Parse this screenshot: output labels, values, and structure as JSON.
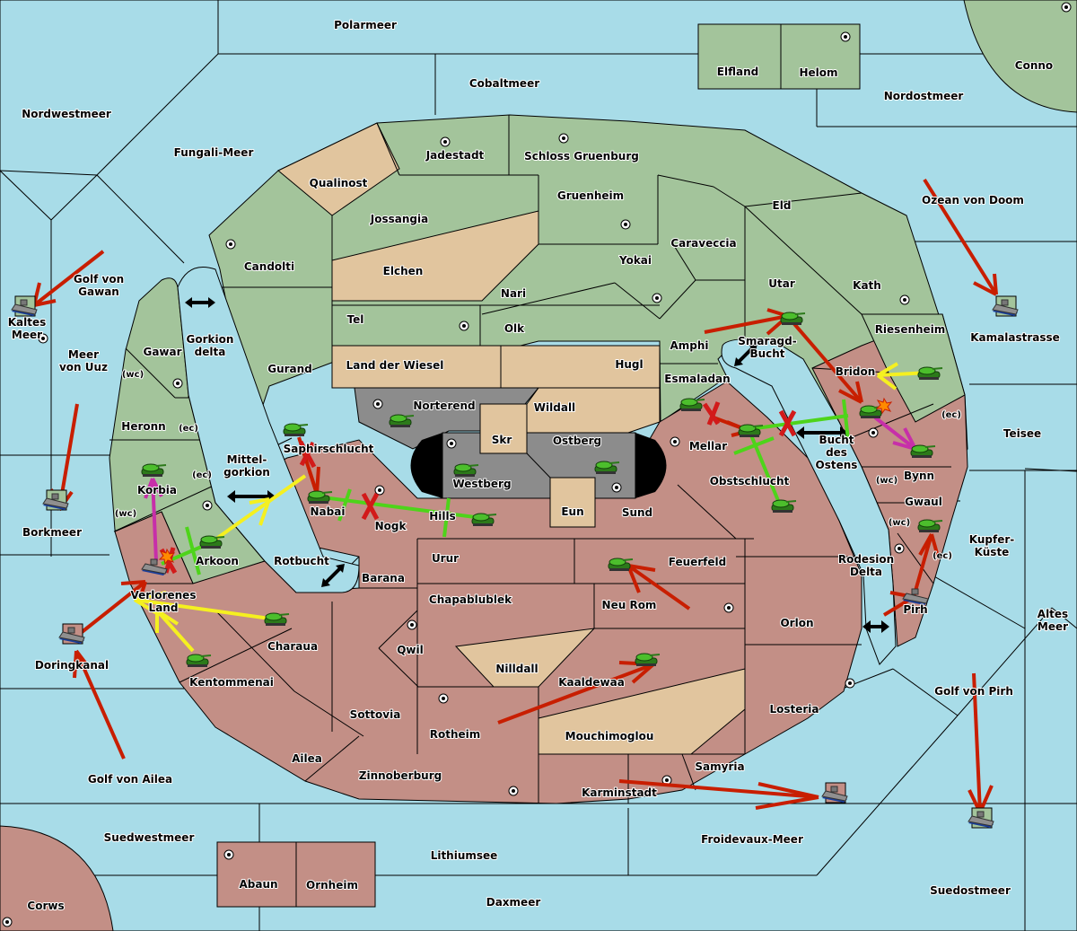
{
  "map": {
    "title": "Diplomacy variant map",
    "colors": {
      "sea": "#a8dce8",
      "neutral_green": "#a3c49b",
      "power_red": "#c38f86",
      "neutral_tan": "#e1c59e",
      "gray_power": "#8c8c8c",
      "move_order": "#c81e00",
      "support_order": "#f5f020",
      "convoy_order": "#c72fa9",
      "hold_order": "#4ed41a",
      "failed_mark": "#d21a1a"
    },
    "seas": [
      {
        "id": "polarmeer",
        "label": "Polarmeer"
      },
      {
        "id": "cobaltmeer",
        "label": "Cobaltmeer"
      },
      {
        "id": "nordwestmeer",
        "label": "Nordwestmeer"
      },
      {
        "id": "fungali",
        "label": "Fungali-Meer"
      },
      {
        "id": "nordostmeer",
        "label": "Nordostmeer"
      },
      {
        "id": "ozean-von-doom",
        "label": "Ozean von Doom"
      },
      {
        "id": "golf-von-gawan",
        "label": "Golf von Gawan"
      },
      {
        "id": "kaltes-meer",
        "label": "Kaltes Meer"
      },
      {
        "id": "meer-von-uuz",
        "label": "Meer von Uuz"
      },
      {
        "id": "gorkion-delta",
        "label": "Gorkion delta"
      },
      {
        "id": "mittelgorkion",
        "label": "Mittel- gorkion"
      },
      {
        "id": "rotbucht",
        "label": "Rotbucht"
      },
      {
        "id": "borkmeer",
        "label": "Borkmeer"
      },
      {
        "id": "doringkanal",
        "label": "Doringkanal"
      },
      {
        "id": "golf-von-ailea",
        "label": "Golf von Ailea"
      },
      {
        "id": "suedwestmeer",
        "label": "Suedwestmeer"
      },
      {
        "id": "lithiumsee",
        "label": "Lithiumsee"
      },
      {
        "id": "daxmeer",
        "label": "Daxmeer"
      },
      {
        "id": "froidevaux",
        "label": "Froidevaux-Meer"
      },
      {
        "id": "suedostmeer",
        "label": "Suedostmeer"
      },
      {
        "id": "golf-von-pirh",
        "label": "Golf von Pirh"
      },
      {
        "id": "altes-meer",
        "label": "Altes Meer"
      },
      {
        "id": "kupferkueste",
        "label": "Kupfer- Küste"
      },
      {
        "id": "teisee",
        "label": "Teisee"
      },
      {
        "id": "kamalastrasse",
        "label": "Kamalastrasse"
      },
      {
        "id": "rodesion-delta",
        "label": "Rodesion Delta"
      },
      {
        "id": "bucht-des-ostens",
        "label": "Bucht des Ostens"
      },
      {
        "id": "smaragd-bucht",
        "label": "Smaragd- Bucht"
      }
    ],
    "lands": [
      {
        "id": "elfland",
        "label": "Elfland"
      },
      {
        "id": "helom",
        "label": "Helom"
      },
      {
        "id": "conno",
        "label": "Conno"
      },
      {
        "id": "qualinost",
        "label": "Qualinost"
      },
      {
        "id": "jadestadt",
        "label": "Jadestadt"
      },
      {
        "id": "schloss-gruenburg",
        "label": "Schloss Gruenburg"
      },
      {
        "id": "jossangia",
        "label": "Jossangia"
      },
      {
        "id": "gruenheim",
        "label": "Gruenheim"
      },
      {
        "id": "eld",
        "label": "Eld"
      },
      {
        "id": "candolti",
        "label": "Candolti"
      },
      {
        "id": "elchen",
        "label": "Elchen"
      },
      {
        "id": "caraveccia",
        "label": "Caraveccia"
      },
      {
        "id": "yokai",
        "label": "Yokai"
      },
      {
        "id": "nari",
        "label": "Nari"
      },
      {
        "id": "utar",
        "label": "Utar"
      },
      {
        "id": "kath",
        "label": "Kath"
      },
      {
        "id": "tel",
        "label": "Tel"
      },
      {
        "id": "olk",
        "label": "Olk"
      },
      {
        "id": "amphi",
        "label": "Amphi"
      },
      {
        "id": "riesenheim",
        "label": "Riesenheim"
      },
      {
        "id": "gurand",
        "label": "Gurand"
      },
      {
        "id": "land-der-wiesel",
        "label": "Land der Wiesel"
      },
      {
        "id": "hugl",
        "label": "Hugl"
      },
      {
        "id": "gawar",
        "label": "Gawar"
      },
      {
        "id": "heronn",
        "label": "Heronn"
      },
      {
        "id": "korbia",
        "label": "Korbia"
      },
      {
        "id": "arkoon",
        "label": "Arkoon"
      },
      {
        "id": "esmaladan",
        "label": "Esmaladan"
      },
      {
        "id": "bridon",
        "label": "Bridon"
      },
      {
        "id": "norterend",
        "label": "Norterend"
      },
      {
        "id": "wildall",
        "label": "Wildall"
      },
      {
        "id": "skr",
        "label": "Skr"
      },
      {
        "id": "ostberg",
        "label": "Ostberg"
      },
      {
        "id": "westberg",
        "label": "Westberg"
      },
      {
        "id": "eun",
        "label": "Eun"
      },
      {
        "id": "saphirschlucht",
        "label": "Saphirschlucht"
      },
      {
        "id": "mellar",
        "label": "Mellar"
      },
      {
        "id": "obstschlucht",
        "label": "Obstschlucht"
      },
      {
        "id": "nabai",
        "label": "Nabai"
      },
      {
        "id": "nogk",
        "label": "Nogk"
      },
      {
        "id": "hills",
        "label": "Hills"
      },
      {
        "id": "sund",
        "label": "Sund"
      },
      {
        "id": "bynn",
        "label": "Bynn"
      },
      {
        "id": "gwaul",
        "label": "Gwaul"
      },
      {
        "id": "urur",
        "label": "Urur"
      },
      {
        "id": "feuerfeld",
        "label": "Feuerfeld"
      },
      {
        "id": "barana",
        "label": "Barana"
      },
      {
        "id": "verlorenes-land",
        "label": "Verlorenes Land"
      },
      {
        "id": "chapablublek",
        "label": "Chapablublek"
      },
      {
        "id": "neu-rom",
        "label": "Neu Rom"
      },
      {
        "id": "pirh",
        "label": "Pirh"
      },
      {
        "id": "orlon",
        "label": "Orlon"
      },
      {
        "id": "qwil",
        "label": "Qwil"
      },
      {
        "id": "charaua",
        "label": "Charaua"
      },
      {
        "id": "nilldall",
        "label": "Nilldall"
      },
      {
        "id": "kaaldewaa",
        "label": "Kaaldewaa"
      },
      {
        "id": "kentommenai",
        "label": "Kentommenai"
      },
      {
        "id": "sottovia",
        "label": "Sottovia"
      },
      {
        "id": "losteria",
        "label": "Losteria"
      },
      {
        "id": "rotheim",
        "label": "Rotheim"
      },
      {
        "id": "mouchimoglou",
        "label": "Mouchimoglou"
      },
      {
        "id": "ailea",
        "label": "Ailea"
      },
      {
        "id": "samyria",
        "label": "Samyria"
      },
      {
        "id": "zinnoberburg",
        "label": "Zinnoberburg"
      },
      {
        "id": "karminstadt",
        "label": "Karminstadt"
      },
      {
        "id": "abaun",
        "label": "Abaun"
      },
      {
        "id": "ornheim",
        "label": "Ornheim"
      },
      {
        "id": "corws",
        "label": "Corws"
      }
    ],
    "coast_labels": {
      "wc": "(wc)",
      "ec": "(ec)"
    }
  },
  "units": {
    "armies": [
      "saphirschlucht",
      "nabai",
      "korbia",
      "arkoon",
      "charaua",
      "kentommenai",
      "norterend",
      "westberg",
      "ostberg",
      "hills",
      "feuerfeld",
      "kaaldewaa",
      "utar",
      "esmaladan",
      "mellar",
      "obstschlucht",
      "bridon",
      "riesenheim",
      "bynn",
      "gwaul"
    ],
    "fleets": [
      "kaltes-meer",
      "borkmeer",
      "doringkanal",
      "verlorenes-land",
      "kamalastrasse",
      "pirh",
      "froidevaux",
      "suedostmeer"
    ]
  },
  "legend_notes": {
    "dislodged_marker": "explosion-icon",
    "failed_order_marker": "x-mark"
  }
}
